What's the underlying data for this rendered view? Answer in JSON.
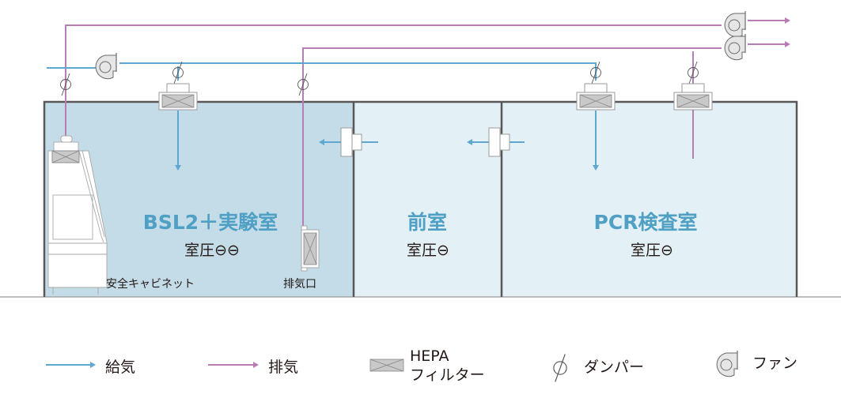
{
  "colors": {
    "supply": "#5ea7d0",
    "exhaust": "#b57fb4",
    "wall": "#595757",
    "bsl_room_fill": "#c3dce7",
    "other_room_fill": "#e3f0f5",
    "room_title": "#4fa0c4",
    "filter_fill": "#c9c9c9",
    "fan_fill": "#e6e6e6"
  },
  "rooms": [
    {
      "title": "BSL2＋実験室",
      "pressure_label": "室圧",
      "pressure_symbols": "⊖⊖"
    },
    {
      "title": "前室",
      "pressure_label": "室圧",
      "pressure_symbols": "⊖"
    },
    {
      "title": "PCR検査室",
      "pressure_label": "室圧",
      "pressure_symbols": "⊖"
    }
  ],
  "equipment_labels": {
    "safety_cabinet": "安全キャビネット",
    "exhaust_port": "排気口"
  },
  "legend": {
    "supply": "給気",
    "exhaust": "排気",
    "hepa_line1": "HEPA",
    "hepa_line2": "フィルター",
    "damper": "ダンパー",
    "fan": "ファン"
  }
}
